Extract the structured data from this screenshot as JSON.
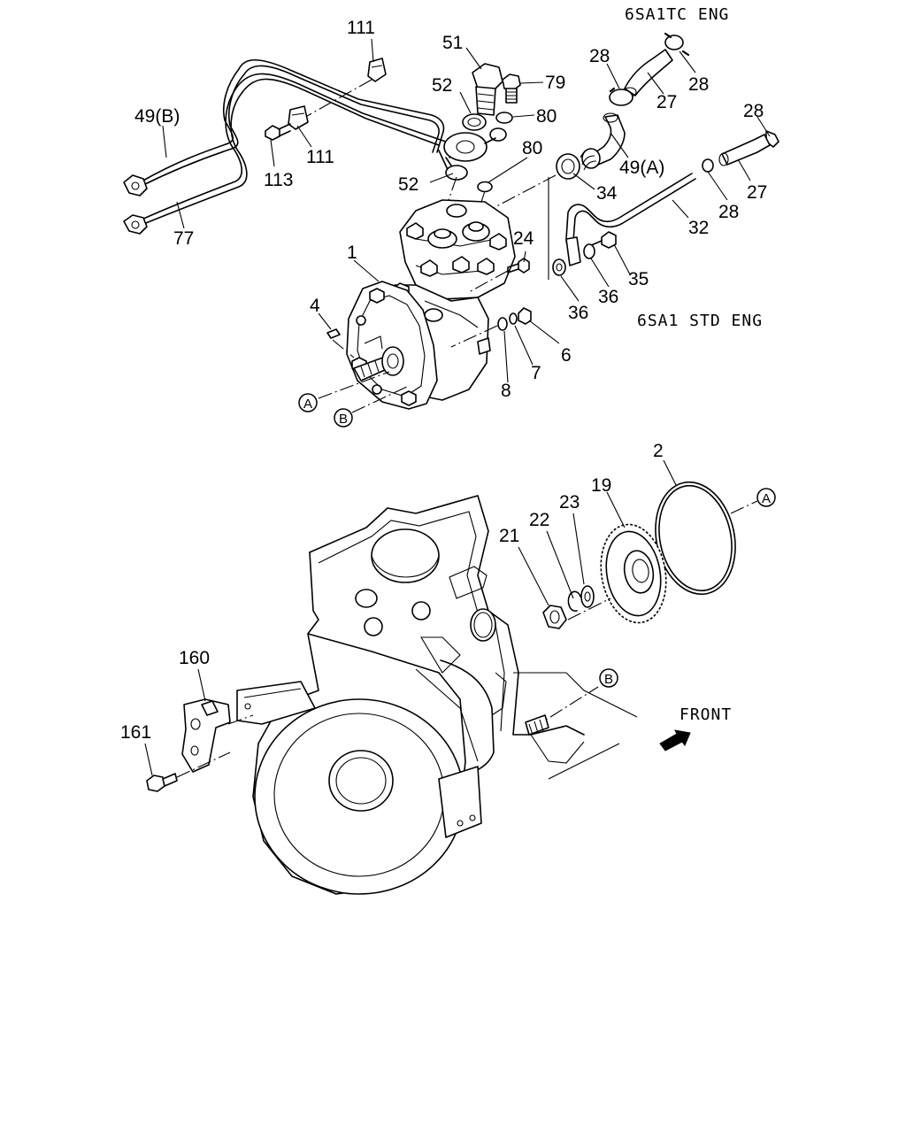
{
  "captions": {
    "turbo": "6SA1TC ENG",
    "standard": "6SA1 STD ENG",
    "front": "FRONT"
  },
  "callouts": {
    "p111a": "111",
    "p51": "51",
    "p52a": "52",
    "p79": "79",
    "p80a": "80",
    "p28a": "28",
    "p28b": "28",
    "p27a": "27",
    "p49b": "49(B)",
    "p111b": "111",
    "p113": "113",
    "p80b": "80",
    "p52b": "52",
    "p49a": "49(A)",
    "p34": "34",
    "p28c": "28",
    "p27b": "27",
    "p28d": "28",
    "p32": "32",
    "p77": "77",
    "p24": "24",
    "p1": "1",
    "p35": "35",
    "p36a": "36",
    "p36b": "36",
    "p4": "4",
    "p6": "6",
    "p7": "7",
    "p8": "8",
    "p2": "2",
    "p19": "19",
    "p23": "23",
    "p22": "22",
    "p21": "21",
    "p160": "160",
    "p161": "161"
  },
  "refs": {
    "a_top": "A",
    "b_top": "B",
    "a_gasket": "A",
    "b_stud": "B"
  }
}
